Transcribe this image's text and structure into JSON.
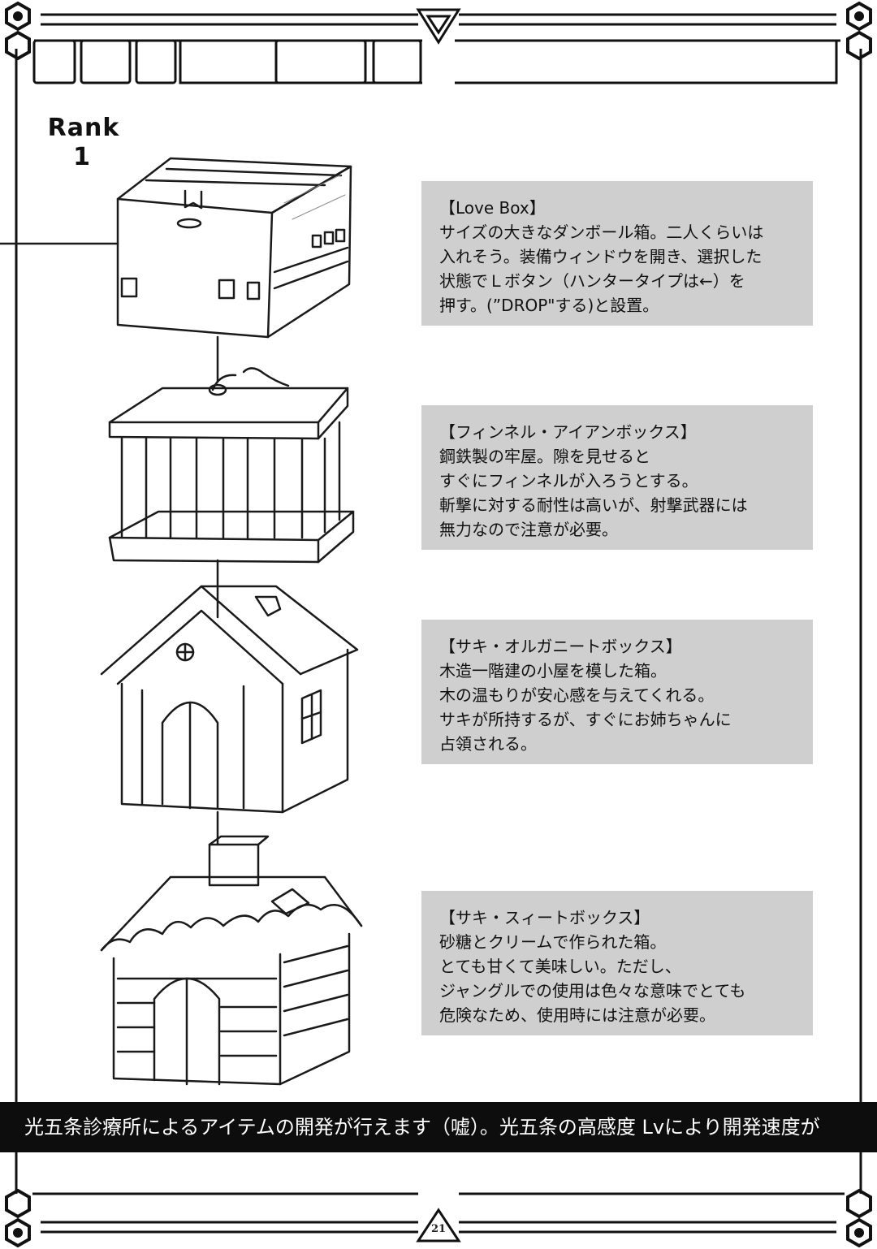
{
  "rank": {
    "label": "Rank",
    "number": "1"
  },
  "items": [
    {
      "title": "【Love Box】",
      "description": "サイズの大きなダンボール箱。二人くらいは\n入れそう。装備ウィンドウを開き、選択した\n状態でＬボタン（ハンタータイプは←）を\n押す。(”DROP\"する)と設置。"
    },
    {
      "title": "【フィンネル・アイアンボックス】",
      "description": "鋼鉄製の牢屋。隙を見せると\nすぐにフィンネルが入ろうとする。\n斬撃に対する耐性は高いが、射撃武器には\n無力なので注意が必要。"
    },
    {
      "title": "【サキ・オルガニートボックス】",
      "description": "木造一階建の小屋を模した箱。\n木の温もりが安心感を与えてくれる。\nサキが所持するが、すぐにお姉ちゃんに\n占領される。"
    },
    {
      "title": "【サキ・スィートボックス】",
      "description": "砂糖とクリームで作られた箱。\nとても甘くて美味しい。ただし、\nジャングルでの使用は色々な意味でとても\n危険なため、使用時には注意が必要。"
    }
  ],
  "banner": {
    "text": "光五条診療所によるアイテムの開発が行えます（嘘）。光五条の高感度 Lvにより開発速度が"
  },
  "page": {
    "number": "21"
  },
  "colors": {
    "ink": "#111111",
    "panel": "#cfcfcf",
    "banner": "#0d0d0d",
    "background": "#ffffff"
  }
}
